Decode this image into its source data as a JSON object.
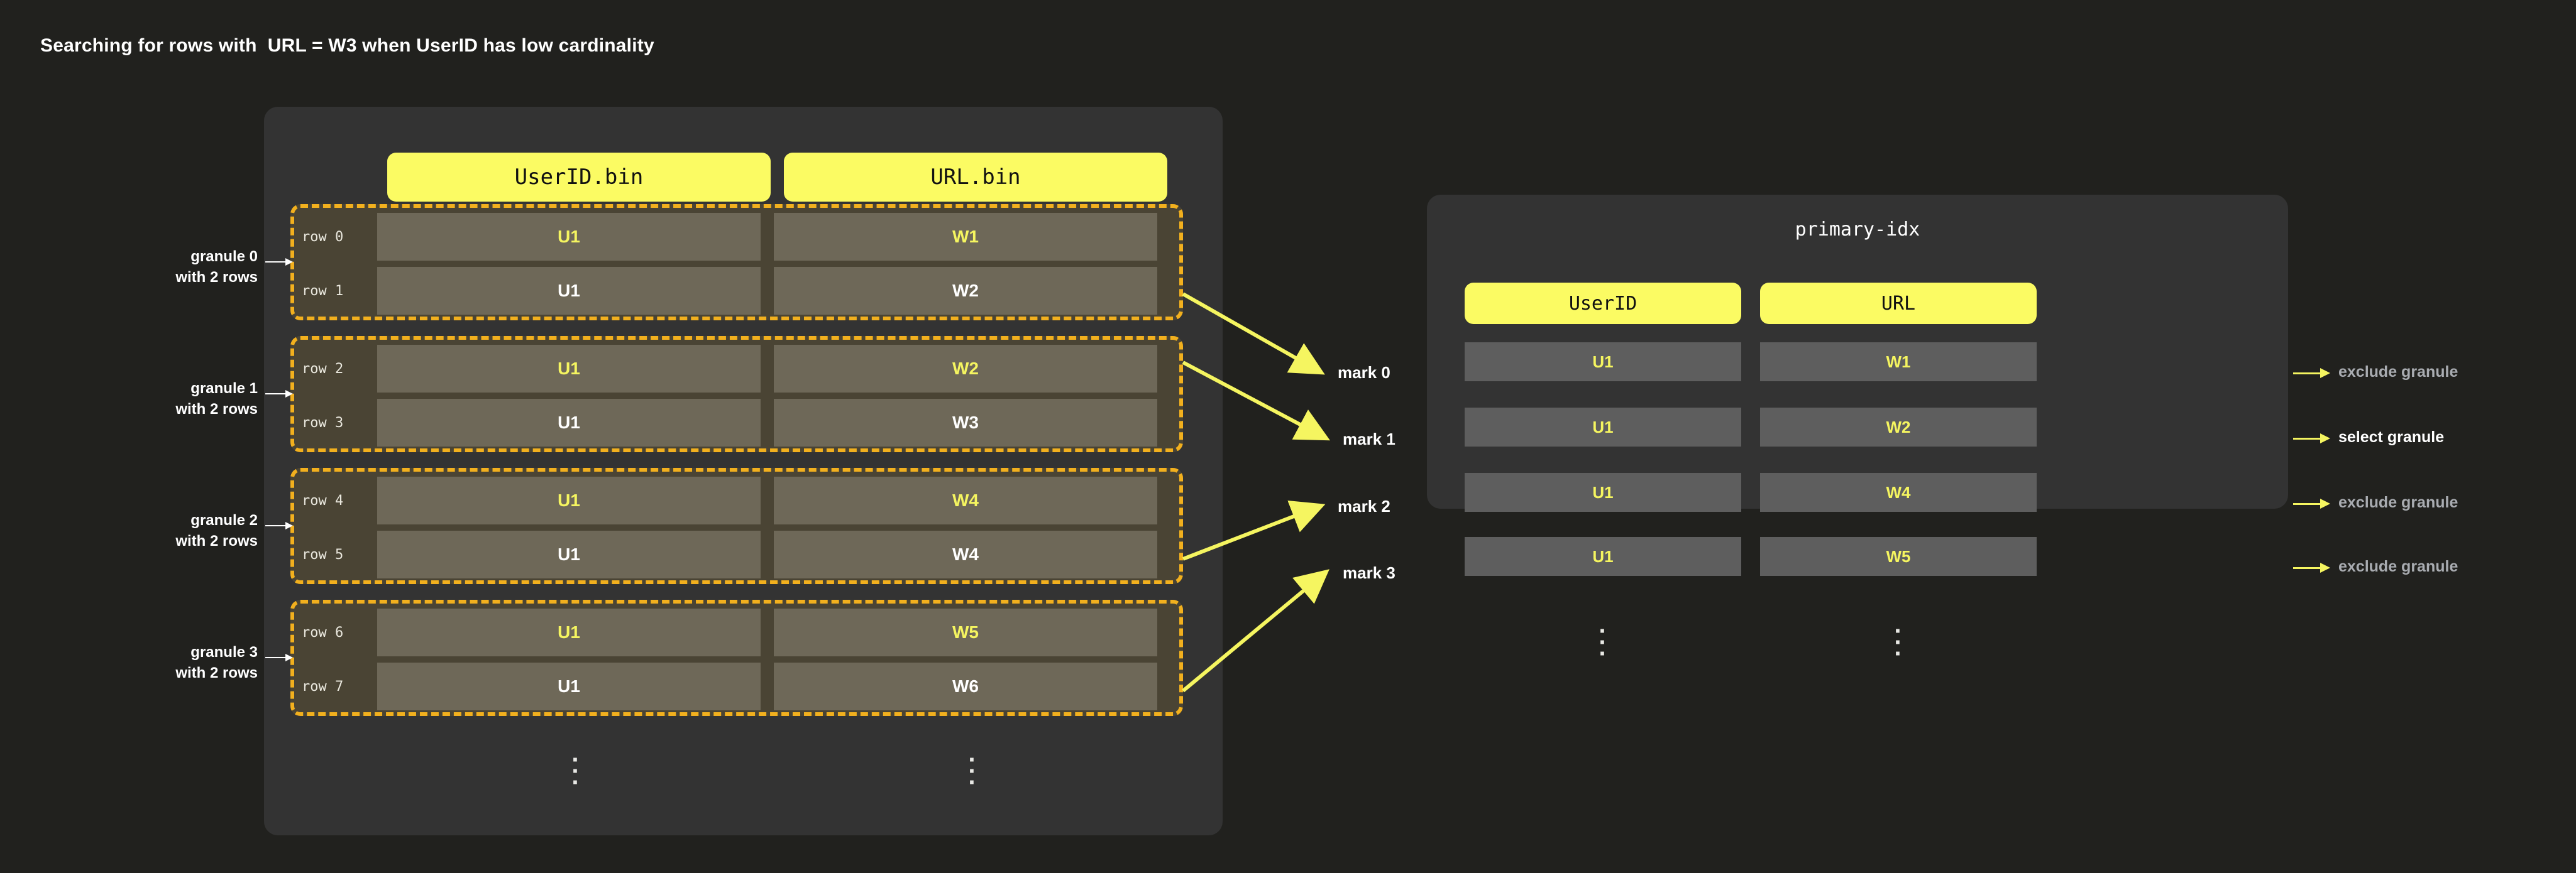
{
  "title": "Searching for rows with  URL = W3 when UserID has low cardinality",
  "colors": {
    "page_bg": "#21211e",
    "panel_bg": "#333333",
    "accent_yellow": "#fbfb63",
    "value_yellow": "#f5f560",
    "granule_dash": "#f2b01e",
    "part_cell": "#6e6858",
    "index_cell": "#5e5e5e",
    "muted_text": "#a9acb1"
  },
  "parts_panel": {
    "columns": [
      {
        "header": "UserID.bin"
      },
      {
        "header": "URL.bin"
      }
    ],
    "rows": [
      {
        "label": "row 0",
        "userid": "U1",
        "url": "W1",
        "highlight": true
      },
      {
        "label": "row 1",
        "userid": "U1",
        "url": "W2",
        "highlight": false
      },
      {
        "label": "row 2",
        "userid": "U1",
        "url": "W2",
        "highlight": true
      },
      {
        "label": "row 3",
        "userid": "U1",
        "url": "W3",
        "highlight": false
      },
      {
        "label": "row 4",
        "userid": "U1",
        "url": "W4",
        "highlight": true
      },
      {
        "label": "row 5",
        "userid": "U1",
        "url": "W4",
        "highlight": false
      },
      {
        "label": "row 6",
        "userid": "U1",
        "url": "W5",
        "highlight": true
      },
      {
        "label": "row 7",
        "userid": "U1",
        "url": "W6",
        "highlight": false
      }
    ],
    "ellipsis": "⋮"
  },
  "granule_annotations": [
    {
      "label": "granule 0\nwith 2 rows"
    },
    {
      "label": "granule 1\nwith 2 rows"
    },
    {
      "label": "granule 2\nwith 2 rows"
    },
    {
      "label": "granule 3\nwith 2 rows"
    }
  ],
  "marks": [
    {
      "label": "mark 0"
    },
    {
      "label": "mark 1"
    },
    {
      "label": "mark 2"
    },
    {
      "label": "mark 3"
    }
  ],
  "index_panel": {
    "title": "primary-idx",
    "columns": [
      {
        "header": "UserID"
      },
      {
        "header": "URL"
      }
    ],
    "rows": [
      {
        "userid": "U1",
        "url": "W1"
      },
      {
        "userid": "U1",
        "url": "W2"
      },
      {
        "userid": "U1",
        "url": "W4"
      },
      {
        "userid": "U1",
        "url": "W5"
      }
    ],
    "ellipsis": "⋮"
  },
  "decisions": [
    {
      "label": "exclude granule",
      "state": "exclude"
    },
    {
      "label": "select granule",
      "state": "select"
    },
    {
      "label": "exclude granule",
      "state": "exclude"
    },
    {
      "label": "exclude granule",
      "state": "exclude"
    }
  ]
}
